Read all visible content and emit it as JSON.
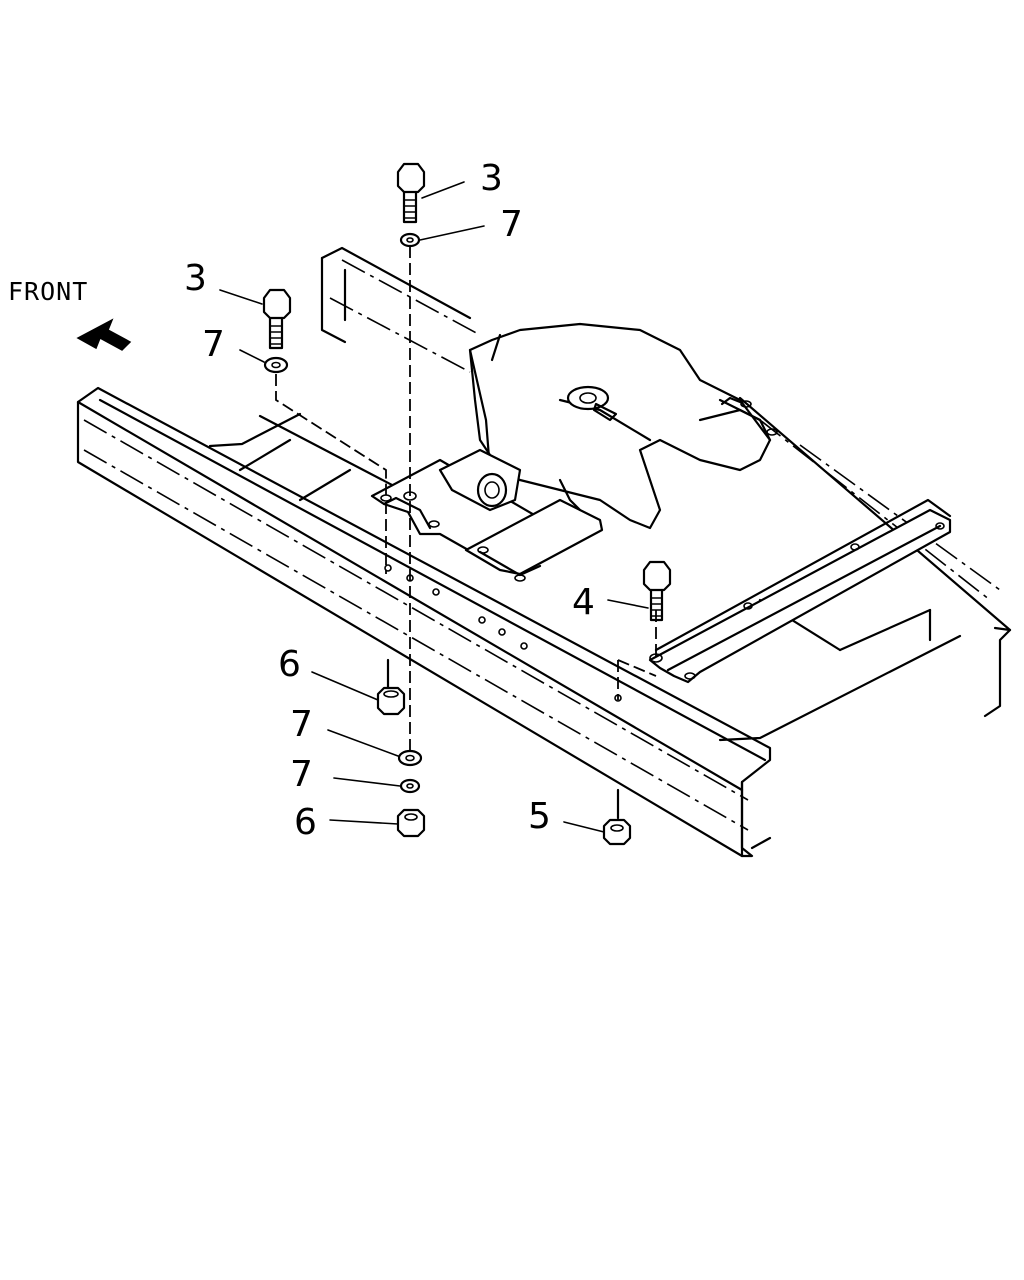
{
  "direction_label": "FRONT",
  "callouts": [
    {
      "id": "bolt-top",
      "number": "3"
    },
    {
      "id": "washer-top",
      "number": "7"
    },
    {
      "id": "bolt-left",
      "number": "3"
    },
    {
      "id": "washer-left",
      "number": "7"
    },
    {
      "id": "bolt-right",
      "number": "4"
    },
    {
      "id": "nut-left-upper",
      "number": "6"
    },
    {
      "id": "washer-lower-1",
      "number": "7"
    },
    {
      "id": "washer-lower-2",
      "number": "7"
    },
    {
      "id": "nut-left-lower",
      "number": "6"
    },
    {
      "id": "nut-right",
      "number": "5"
    }
  ]
}
